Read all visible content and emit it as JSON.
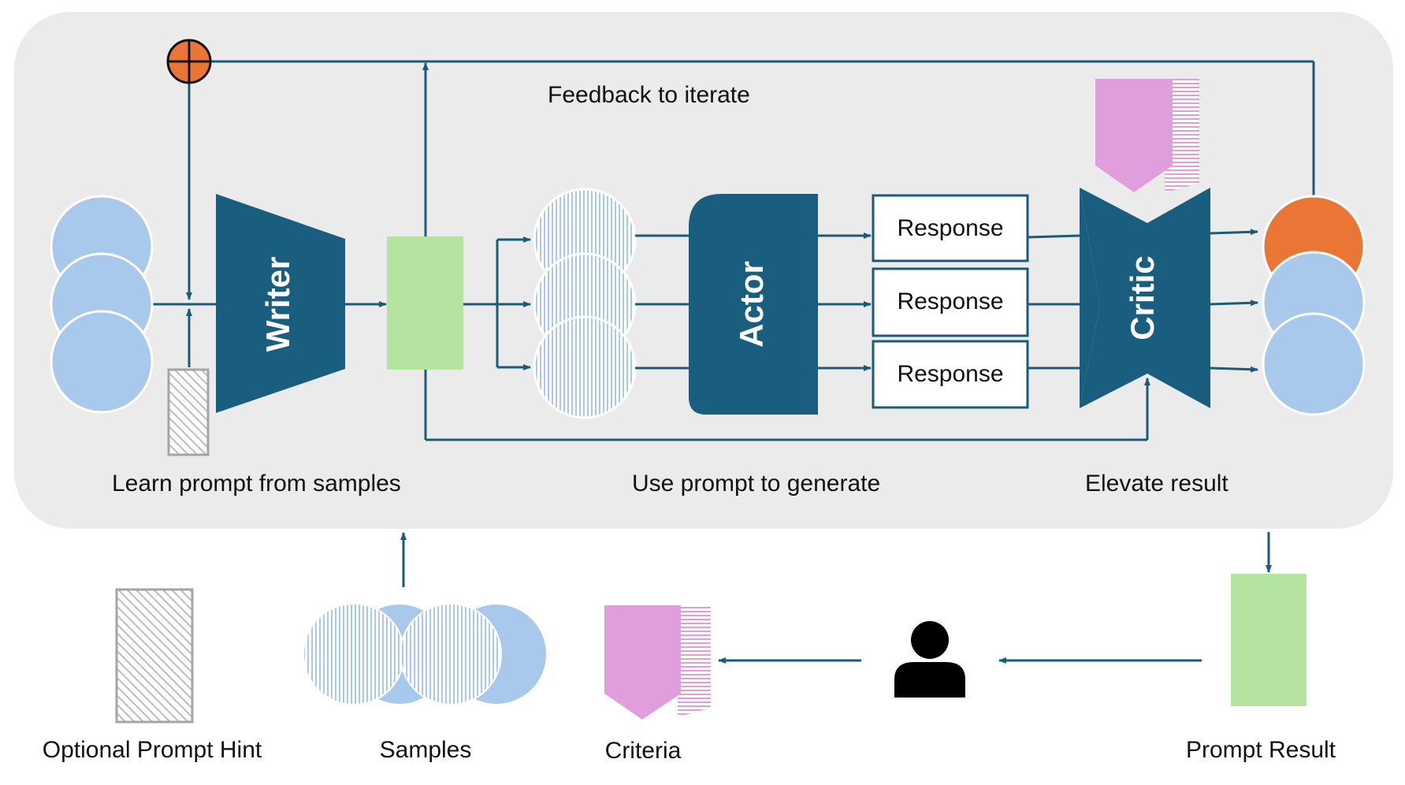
{
  "labels": {
    "feedback": "Feedback to iterate",
    "learn": "Learn prompt from samples",
    "use": "Use prompt to generate",
    "elevate": "Elevate result"
  },
  "blocks": {
    "writer": "Writer",
    "actor": "Actor",
    "critic": "Critic"
  },
  "responses": [
    "Response",
    "Response",
    "Response"
  ],
  "legend": {
    "hint": "Optional Prompt Hint",
    "samples": "Samples",
    "criteria": "Criteria",
    "result": "Prompt Result"
  },
  "icons": {
    "sum": "summation-junction-icon",
    "user": "person-icon"
  },
  "colors": {
    "panel": "#ebebeb",
    "navy": "#195e7f",
    "line": "#1b5a78",
    "sample_blue": "#a9c9ec",
    "prompt_green": "#b5e4a0",
    "criteria_pink": "#e19edd",
    "highlight_orange": "#ea7635",
    "hint_gray": "#a5a5a5"
  }
}
